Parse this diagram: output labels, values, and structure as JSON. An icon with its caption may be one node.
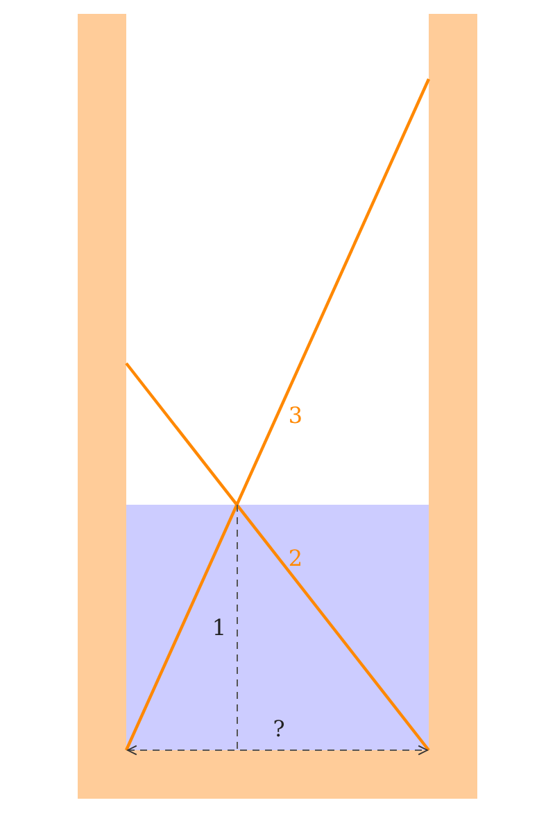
{
  "diagram": {
    "labels": [
      "3",
      "2",
      "1",
      "?"
    ]
  }
}
